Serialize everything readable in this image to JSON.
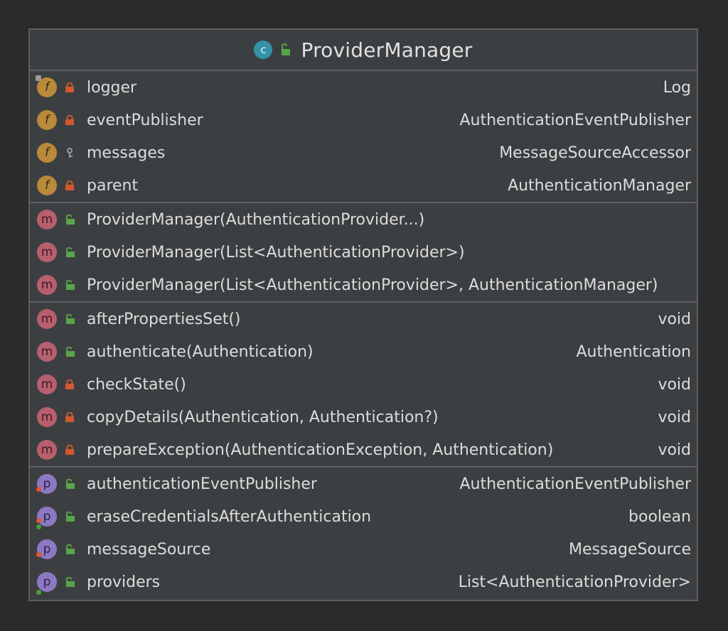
{
  "class": {
    "kind_letter": "c",
    "name": "ProviderManager",
    "icon": "class-icon",
    "visibility_icon": "public-unlock-icon"
  },
  "fields": [
    {
      "name": "logger",
      "type": "Log",
      "kind": "f",
      "visibility": "private",
      "static": true
    },
    {
      "name": "eventPublisher",
      "type": "AuthenticationEventPublisher",
      "kind": "f",
      "visibility": "private"
    },
    {
      "name": "messages",
      "type": "MessageSourceAccessor",
      "kind": "f",
      "visibility": "protected"
    },
    {
      "name": "parent",
      "type": "AuthenticationManager",
      "kind": "f",
      "visibility": "private"
    }
  ],
  "constructors": [
    {
      "name": "ProviderManager(AuthenticationProvider...)",
      "type": "",
      "kind": "m",
      "visibility": "public"
    },
    {
      "name": "ProviderManager(List<AuthenticationProvider>)",
      "type": "",
      "kind": "m",
      "visibility": "public"
    },
    {
      "name": "ProviderManager(List<AuthenticationProvider>, AuthenticationManager)",
      "type": "",
      "kind": "m",
      "visibility": "public"
    }
  ],
  "methods": [
    {
      "name": "afterPropertiesSet()",
      "type": "void",
      "kind": "m",
      "visibility": "public"
    },
    {
      "name": "authenticate(Authentication)",
      "type": "Authentication",
      "kind": "m",
      "visibility": "public"
    },
    {
      "name": "checkState()",
      "type": "void",
      "kind": "m",
      "visibility": "private"
    },
    {
      "name": "copyDetails(Authentication, Authentication?)",
      "type": "void",
      "kind": "m",
      "visibility": "private"
    },
    {
      "name": "prepareException(AuthenticationException, Authentication)",
      "type": "void",
      "kind": "m",
      "visibility": "private"
    }
  ],
  "properties": [
    {
      "name": "authenticationEventPublisher",
      "type": "AuthenticationEventPublisher",
      "kind": "p",
      "visibility": "public",
      "accessor": "write"
    },
    {
      "name": "eraseCredentialsAfterAuthentication",
      "type": "boolean",
      "kind": "p",
      "visibility": "public",
      "accessor": "read-write"
    },
    {
      "name": "messageSource",
      "type": "MessageSource",
      "kind": "p",
      "visibility": "public",
      "accessor": "write"
    },
    {
      "name": "providers",
      "type": "List<AuthenticationProvider>",
      "kind": "p",
      "visibility": "public",
      "accessor": "read"
    }
  ],
  "colors": {
    "background": "#2b2b2b",
    "node": "#3c3f41",
    "border": "#5c5e61",
    "class_badge": "#3592a8",
    "field_badge": "#b98a3a",
    "method_badge": "#b85f6e",
    "property_badge": "#8c79c2",
    "lock_private": "#d0592f",
    "lock_public": "#59a54a",
    "protected_key": "#9a9a9a"
  }
}
